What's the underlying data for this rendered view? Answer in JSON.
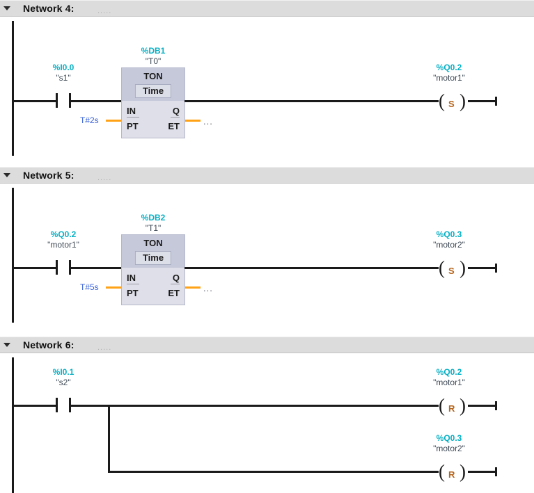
{
  "editor": {
    "language": "LAD",
    "colors": {
      "header_bar": "#dcdcdc",
      "address_text": "#06b0c4",
      "symbol_text": "#3f4a55",
      "literal_text": "#3a63d8",
      "link_line": "#ffa216",
      "block_header": "#c6c9da",
      "block_body": "#dedfe9",
      "rung": "#1a1a1a",
      "coil_letter": "#b5651d"
    }
  },
  "networks": [
    {
      "id": "network-4",
      "title": "Network 4:",
      "comment": ".....",
      "collapse_icon": "triangle-down-icon",
      "contacts": [
        {
          "name": "contact-i0-0",
          "address": "%I0.0",
          "symbol": "\"s1\"",
          "type": "normally-open"
        }
      ],
      "block": {
        "instance_address": "%DB1",
        "instance_symbol": "\"T0\"",
        "type": "TON",
        "datatype": "Time",
        "inputs": [
          {
            "pin": "IN",
            "value": ""
          },
          {
            "pin": "PT",
            "value": "T#2s"
          }
        ],
        "outputs": [
          {
            "pin": "Q",
            "value": ""
          },
          {
            "pin": "ET",
            "value": "..."
          }
        ]
      },
      "coils": [
        {
          "name": "coil-q0-2-set",
          "address": "%Q0.2",
          "symbol": "\"motor1\"",
          "letter": "S",
          "type": "set-coil"
        }
      ]
    },
    {
      "id": "network-5",
      "title": "Network 5:",
      "comment": ".....",
      "collapse_icon": "triangle-down-icon",
      "contacts": [
        {
          "name": "contact-q0-2",
          "address": "%Q0.2",
          "symbol": "\"motor1\"",
          "type": "normally-open"
        }
      ],
      "block": {
        "instance_address": "%DB2",
        "instance_symbol": "\"T1\"",
        "type": "TON",
        "datatype": "Time",
        "inputs": [
          {
            "pin": "IN",
            "value": ""
          },
          {
            "pin": "PT",
            "value": "T#5s"
          }
        ],
        "outputs": [
          {
            "pin": "Q",
            "value": ""
          },
          {
            "pin": "ET",
            "value": "..."
          }
        ]
      },
      "coils": [
        {
          "name": "coil-q0-3-set",
          "address": "%Q0.3",
          "symbol": "\"motor2\"",
          "letter": "S",
          "type": "set-coil"
        }
      ]
    },
    {
      "id": "network-6",
      "title": "Network 6:",
      "comment": ".....",
      "collapse_icon": "triangle-down-icon",
      "contacts": [
        {
          "name": "contact-i0-1",
          "address": "%I0.1",
          "symbol": "\"s2\"",
          "type": "normally-open"
        }
      ],
      "block": null,
      "coils": [
        {
          "name": "coil-q0-2-reset",
          "address": "%Q0.2",
          "symbol": "\"motor1\"",
          "letter": "R",
          "type": "reset-coil"
        },
        {
          "name": "coil-q0-3-reset",
          "address": "%Q0.3",
          "symbol": "\"motor2\"",
          "letter": "R",
          "type": "reset-coil"
        }
      ]
    }
  ]
}
